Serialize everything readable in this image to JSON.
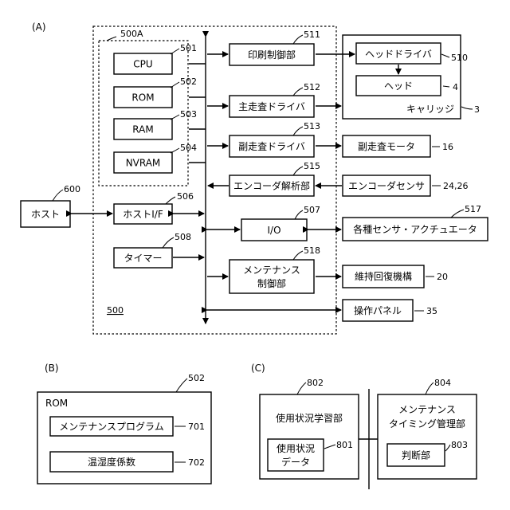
{
  "section_labels": {
    "a": "(A)",
    "b": "(B)",
    "c": "(C)"
  },
  "a": {
    "controller_ref": "500",
    "sub_ref": "500A",
    "cpu": "CPU",
    "cpu_ref": "501",
    "rom": "ROM",
    "rom_ref": "502",
    "ram": "RAM",
    "ram_ref": "503",
    "nvram": "NVRAM",
    "nvram_ref": "504",
    "host": "ホスト",
    "host_ref": "600",
    "host_if": "ホストI/F",
    "host_if_ref": "506",
    "timer": "タイマー",
    "timer_ref": "508",
    "print_ctrl": "印刷制御部",
    "print_ctrl_ref": "511",
    "main_drv": "主走査ドライバ",
    "main_drv_ref": "512",
    "sub_drv": "副走査ドライバ",
    "sub_drv_ref": "513",
    "enc_analysis": "エンコーダ解析部",
    "enc_analysis_ref": "515",
    "io": "I/O",
    "io_ref": "507",
    "maint_line1": "メンテナンス",
    "maint_line2": "制御部",
    "maint_ref": "518",
    "head_driver": "ヘッドドライバ",
    "head_driver_ref": "510",
    "head": "ヘッド",
    "head_ref": "4",
    "carriage": "キャリッジ",
    "carriage_ref": "3",
    "sub_motor": "副走査モータ",
    "sub_motor_ref": "16",
    "enc_sensor": "エンコーダセンサ",
    "enc_sensor_ref": "24,26",
    "sensors": "各種センサ・アクチュエータ",
    "sensors_ref": "517",
    "maint_mech": "維持回復機構",
    "maint_mech_ref": "20",
    "panel": "操作パネル",
    "panel_ref": "35"
  },
  "b": {
    "rom_title": "ROM",
    "rom_ref": "502",
    "program": "メンテナンスプログラム",
    "program_ref": "701",
    "coef": "温湿度係数",
    "coef_ref": "702"
  },
  "c": {
    "learn_title": "使用状況学習部",
    "learn_ref": "802",
    "data_line1": "使用状況",
    "data_line2": "データ",
    "data_ref": "801",
    "mgmt_line1": "メンテナンス",
    "mgmt_line2": "タイミング管理部",
    "mgmt_ref": "804",
    "judge": "判断部",
    "judge_ref": "803"
  }
}
